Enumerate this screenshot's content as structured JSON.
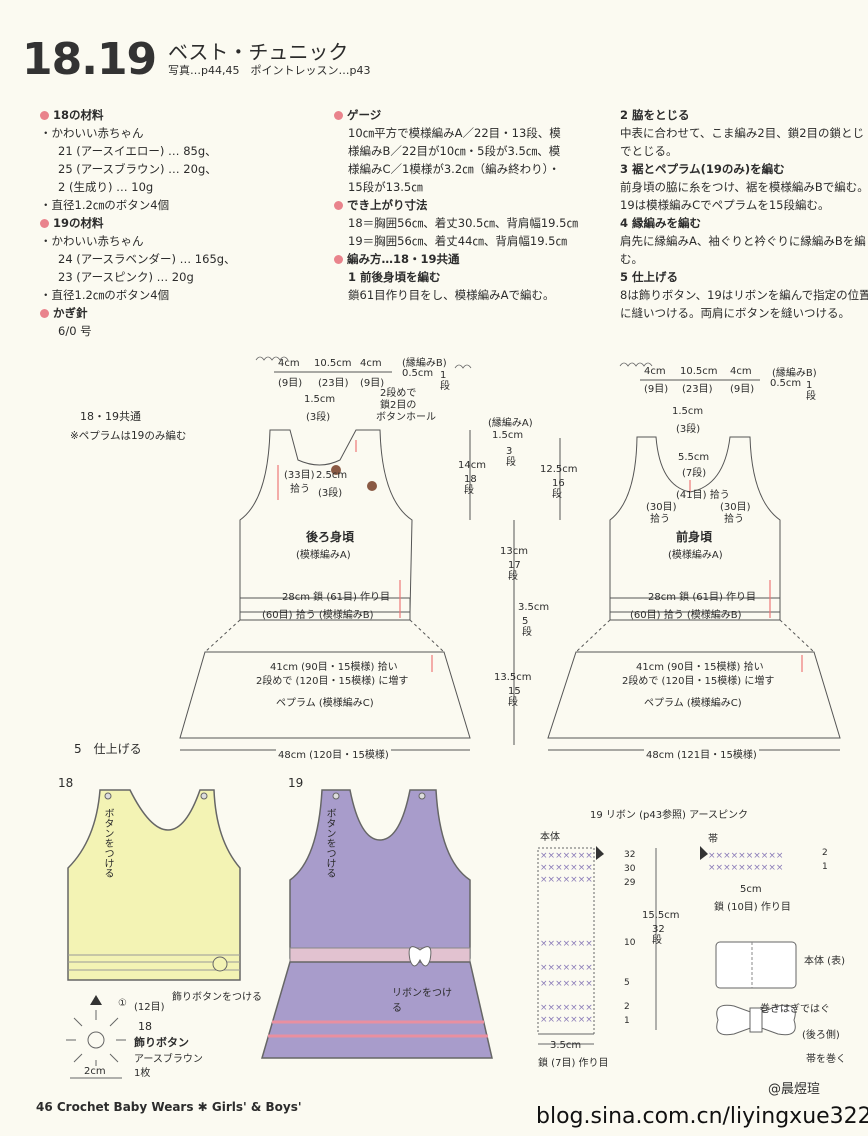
{
  "header": {
    "number": "18.19",
    "title": "ベスト・チュニック",
    "subtitle": "写真…p44,45　ポイントレッスン…p43"
  },
  "col1": {
    "m18_title": "18の材料",
    "m18": [
      "・かわいい赤ちゃん",
      "21 (アースイエロー) … 85g、",
      "25 (アースブラウン) … 20g、",
      "2 (生成り) … 10g",
      "・直径1.2㎝のボタン4個"
    ],
    "m19_title": "19の材料",
    "m19": [
      "・かわいい赤ちゃん",
      "24 (アースラベンダー) … 165g、",
      "23 (アースピンク) … 20g",
      "・直径1.2㎝のボタン4個"
    ],
    "hook_title": "かぎ針",
    "hook": "6/0 号"
  },
  "col2": {
    "gauge_title": "ゲージ",
    "gauge": [
      "10㎝平方で模様編みA／22目・13段、模",
      "様編みB／22目が10㎝・5段が3.5㎝、模",
      "様編みC／1模様が3.2㎝（編み終わり）・",
      "15段が13.5㎝"
    ],
    "size_title": "でき上がり寸法",
    "size": [
      "18＝胸囲56㎝、着丈30.5㎝、背肩幅19.5㎝",
      "19＝胸囲56㎝、着丈44㎝、背肩幅19.5㎝"
    ],
    "method_title": "編み方…18・19共通",
    "step1_title": "1 前後身頃を編む",
    "step1": "鎖61目作り目をし、模様編みAで編む。"
  },
  "col3": {
    "s2_title": "2 脇をとじる",
    "s2": [
      "中表に合わせて、こま編み2目、鎖2目の鎖とじ",
      "でとじる。"
    ],
    "s3_title": "3 裾とペプラム(19のみ)を編む",
    "s3": [
      "前身頃の脇に糸をつけ、裾を模様編みBで編む。",
      "19は模様編みCでペプラムを15段編む。"
    ],
    "s4_title": "4 縁編みを編む",
    "s4": [
      "肩先に縁編みA、袖ぐりと衿ぐりに縁編みBを編",
      "む。"
    ],
    "s5_title": "5 仕上げる",
    "s5": [
      "8は飾りボタン、19はリボンを編んで指定の位置",
      "に縫いつける。両肩にボタンを縫いつける。"
    ]
  },
  "diagram": {
    "common": "18・19共通",
    "peplum_note": "※ペプラムは19のみ編む",
    "back_label": "後ろ身頃",
    "back_sub": "(模様編みA)",
    "front_label": "前身頃",
    "front_sub": "(模様編みA)",
    "chain_back": "28cm 鎖 (61目) 作り目",
    "chain_front": "28cm 鎖 (61目) 作り目",
    "pick_back": "(60目) 拾う (模様編みB)",
    "pick_front": "(60目) 拾う (模様編みB)",
    "peplum_top1": "41cm (90目・15模様) 拾い",
    "peplum_top2": "2段めで (120目・15模様) に増す",
    "peplum_label": "ペプラム (模様編みC)",
    "peplum_bottom_back": "48cm (120目・15模様)",
    "peplum_bottom_front": "48cm (121目・15模様)",
    "top_dims": [
      "4cm",
      "10.5cm",
      "4cm"
    ],
    "top_stitches": [
      "(9目)",
      "(23目)",
      "(9目)"
    ],
    "edge_b": "(縁編みB)",
    "edge_b_size": "0.5cm",
    "edge_b_rows": "1段",
    "neck_dim": "1.5cm",
    "neck_st": "(3段)",
    "btn_note1": "2段めで",
    "btn_note2": "鎖2目の",
    "btn_note3": "ボタンホール",
    "back_neck": "2.5cm",
    "back_neck_st": "(3段)",
    "side_pick": "(33目)",
    "side_pick2": "拾う",
    "front_neck_depth": "5.5cm",
    "front_neck_st": "(7段)",
    "front_pick_center": "(41目) 拾う",
    "front_pick_side": "(30目)",
    "front_pick_side2": "拾う",
    "edge_a": "(縁編みA)",
    "edge_a_size": "1.5cm",
    "edge_a_rows": "3段",
    "v_dims": [
      {
        "cm": "14cm",
        "rows": "18段"
      },
      {
        "cm": "12.5cm",
        "rows": "16段"
      },
      {
        "cm": "13cm",
        "rows": "17段"
      },
      {
        "cm": "3.5cm",
        "rows": "5段"
      },
      {
        "cm": "13.5cm",
        "rows": "15段"
      }
    ]
  },
  "finish": {
    "title": "5　仕上げる",
    "label18": "18",
    "label19": "19",
    "btn_attach": "ボタンをつける",
    "deco_btn": "飾りボタンをつける",
    "ribbon_attach": "リボンをつける",
    "deco_title": "18",
    "deco_sub": "飾りボタン",
    "deco_color": "アースブラウン",
    "deco_qty": "1枚",
    "deco_st": "(12目)",
    "deco_r": "①",
    "deco_size": "2cm"
  },
  "ribbon": {
    "title": "19 リボン (p43参照) アースピンク",
    "body": "本体",
    "band": "帯",
    "rows": [
      "32",
      "30",
      "29",
      "10",
      "5",
      "2",
      "1"
    ],
    "band_rows": [
      "2",
      "1"
    ],
    "band_size": "5cm",
    "band_chain": "鎖 (10目) 作り目",
    "body_size": "15.5cm",
    "body_rows": "32段",
    "body_width": "3.5cm",
    "body_chain": "鎖 (7目) 作り目",
    "body_face": "本体 (表)",
    "roll": "巻きはぎではぐ",
    "back_side": "(後ろ側)",
    "wrap": "帯を巻く"
  },
  "footer": {
    "page": "46 Crochet Baby Wears ✱ Girls' & Boys'",
    "url": "blog.sina.com.cn/liyingxue322",
    "weibo": "@晨煜瑄"
  },
  "colors": {
    "accent": "#e9838c",
    "yellow": "#f3f3b4",
    "lavender": "#a89ccb",
    "pink": "#e98fa0",
    "brown": "#8a5a44"
  }
}
